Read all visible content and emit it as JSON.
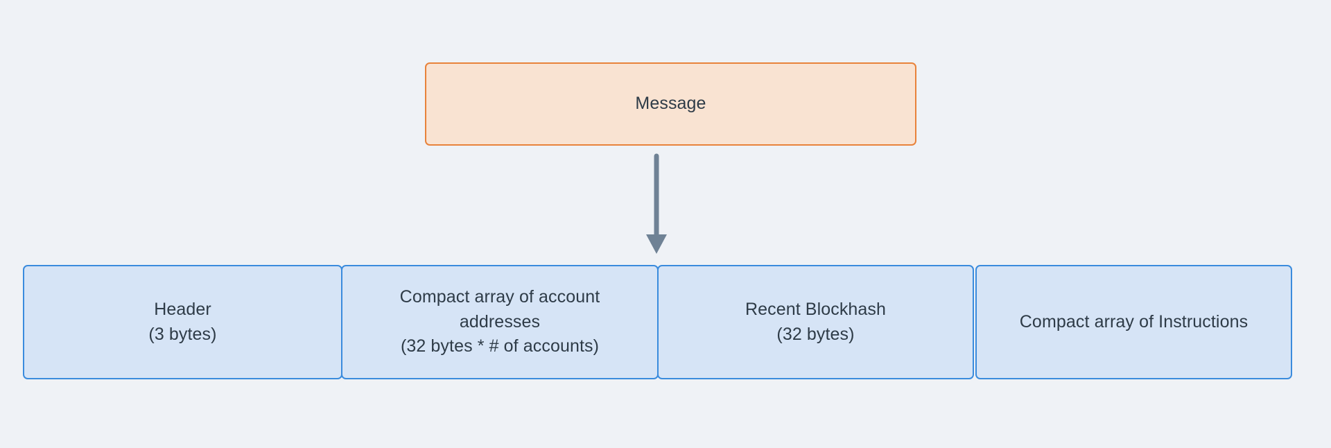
{
  "diagram": {
    "type": "flowchart",
    "orientation": "top-down",
    "background_color": "#eff2f6",
    "root": {
      "id": "message",
      "label": "Message",
      "fill_color": "#f9e3d2",
      "border_color": "#e8823a",
      "text_color": "#2e3b47"
    },
    "connector": {
      "id": "message-to-fields",
      "kind": "arrow",
      "direction": "down",
      "color": "#6f8295",
      "from": "Message",
      "to": "message fields row"
    },
    "fields": [
      {
        "id": "header",
        "label": "Header\n(3 bytes)",
        "name": "Header",
        "size": "(3 bytes)",
        "fill_color": "#d6e4f6",
        "border_color": "#3a8bdd",
        "text_color": "#2e3b47"
      },
      {
        "id": "account-addresses",
        "label": "Compact array of account\naddresses\n(32 bytes * # of accounts)",
        "name": "Compact array of account addresses",
        "size": "(32 bytes * # of accounts)",
        "fill_color": "#d6e4f6",
        "border_color": "#3a8bdd",
        "text_color": "#2e3b47"
      },
      {
        "id": "recent-blockhash",
        "label": "Recent Blockhash\n(32 bytes)",
        "name": "Recent Blockhash",
        "size": "(32 bytes)",
        "fill_color": "#d6e4f6",
        "border_color": "#3a8bdd",
        "text_color": "#2e3b47"
      },
      {
        "id": "instructions",
        "label": "Compact array of Instructions",
        "name": "Compact array of Instructions",
        "size": "",
        "fill_color": "#d6e4f6",
        "border_color": "#3a8bdd",
        "text_color": "#2e3b47"
      }
    ]
  }
}
